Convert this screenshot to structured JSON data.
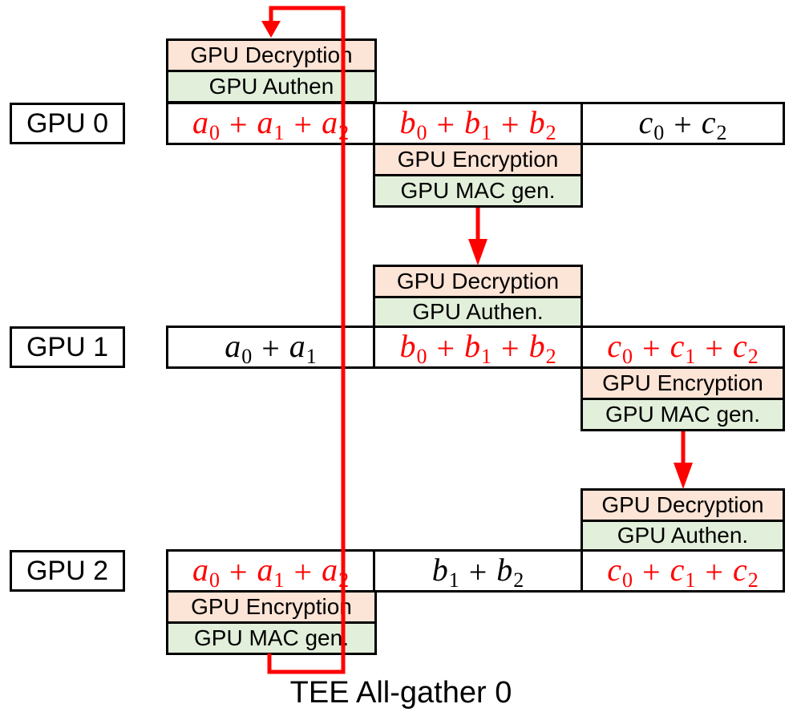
{
  "caption": "TEE All-gather 0",
  "colors": {
    "highlight": "#ff0000",
    "encryption_fill": "#fce4d6",
    "auth_fill": "#e2efda"
  },
  "ops": {
    "decryption": "GPU Decryption",
    "authen_gpu0": "GPU Authen",
    "authen": "GPU Authen.",
    "encryption": "GPU Encryption",
    "mac_gen": "GPU MAC gen."
  },
  "rows": [
    {
      "label": "GPU 0",
      "cells": [
        {
          "terms": [
            [
              "a",
              "0"
            ],
            [
              "a",
              "1"
            ],
            [
              "a",
              "2"
            ]
          ],
          "highlight": true
        },
        {
          "terms": [
            [
              "b",
              "0"
            ],
            [
              "b",
              "1"
            ],
            [
              "b",
              "2"
            ]
          ],
          "highlight": true
        },
        {
          "terms": [
            [
              "c",
              "0"
            ],
            [
              "c",
              "2"
            ]
          ],
          "highlight": false
        }
      ]
    },
    {
      "label": "GPU 1",
      "cells": [
        {
          "terms": [
            [
              "a",
              "0"
            ],
            [
              "a",
              "1"
            ]
          ],
          "highlight": false
        },
        {
          "terms": [
            [
              "b",
              "0"
            ],
            [
              "b",
              "1"
            ],
            [
              "b",
              "2"
            ]
          ],
          "highlight": true
        },
        {
          "terms": [
            [
              "c",
              "0"
            ],
            [
              "c",
              "1"
            ],
            [
              "c",
              "2"
            ]
          ],
          "highlight": true
        }
      ]
    },
    {
      "label": "GPU 2",
      "cells": [
        {
          "terms": [
            [
              "a",
              "0"
            ],
            [
              "a",
              "1"
            ],
            [
              "a",
              "2"
            ]
          ],
          "highlight": true
        },
        {
          "terms": [
            [
              "b",
              "1"
            ],
            [
              "b",
              "2"
            ]
          ],
          "highlight": false
        },
        {
          "terms": [
            [
              "c",
              "0"
            ],
            [
              "c",
              "1"
            ],
            [
              "c",
              "2"
            ]
          ],
          "highlight": true
        }
      ]
    }
  ]
}
